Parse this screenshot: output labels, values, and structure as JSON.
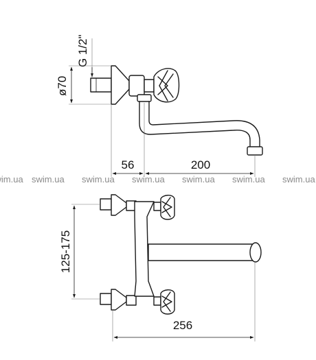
{
  "side_view": {
    "thread_label": "G 1/2\"",
    "diameter_label": "ø70",
    "offset_label": "56",
    "spout_label": "200"
  },
  "front_view": {
    "center_distance_label": "125-175",
    "overall_width_label": "256"
  },
  "watermark": {
    "items": [
      "swim.ua",
      "swim.ua",
      "swim.ua",
      "swim.ua",
      "swim.ua",
      "swim.ua",
      "swim.ua"
    ]
  }
}
